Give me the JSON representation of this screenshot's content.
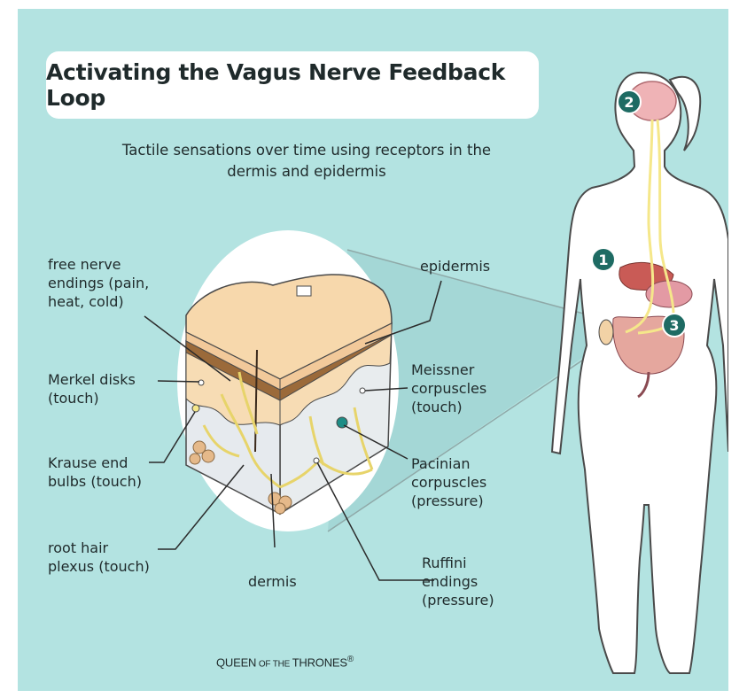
{
  "title": "Activating the Vagus Nerve Feedback Loop",
  "subtitle_line1": "Tactile sensations over time using receptors in the",
  "subtitle_line2": "dermis and epidermis",
  "labels": {
    "free_nerve_1": "free nerve",
    "free_nerve_2": "endings (pain,",
    "free_nerve_3": "heat, cold)",
    "merkel_1": "Merkel disks",
    "merkel_2": "(touch)",
    "krause_1": "Krause end",
    "krause_2": "bulbs (touch)",
    "root_hair_1": "root hair",
    "root_hair_2": "plexus (touch)",
    "dermis": "dermis",
    "epidermis": "epidermis",
    "meissner_1": "Meissner",
    "meissner_2": "corpuscles",
    "meissner_3": "(touch)",
    "pacinian_1": "Pacinian",
    "pacinian_2": "corpuscles",
    "pacinian_3": "(pressure)",
    "ruffini_1": "Ruffini",
    "ruffini_2": "endings",
    "ruffini_3": "(pressure)"
  },
  "markers": {
    "m1": "1",
    "m2": "2",
    "m3": "3"
  },
  "brand": {
    "part1": "QUEEN",
    "part2": " OF THE ",
    "part3": "THRONES",
    "mark": "®"
  },
  "colors": {
    "background": "#b3e3e1",
    "marker": "#1e6b63",
    "nerve": "#f5e78a"
  }
}
